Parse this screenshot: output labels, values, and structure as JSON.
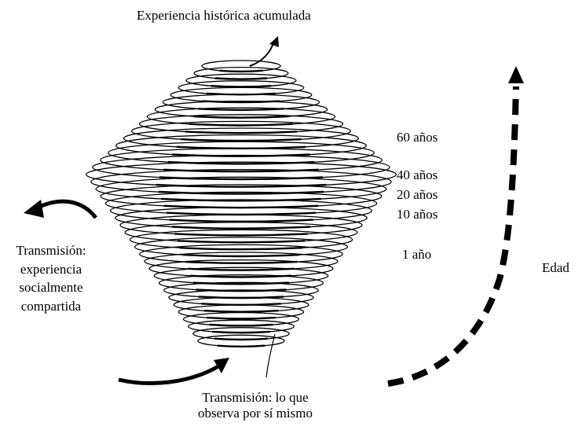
{
  "title": "Experiencia histórica acumulada",
  "age_labels": [
    "60 años",
    "40 años",
    "20 años",
    "10 años",
    "1 año"
  ],
  "axis_label": "Edad",
  "left_caption": [
    "Transmisión:",
    "experiencia",
    "socialmente",
    "compartida"
  ],
  "bottom_caption": [
    "Transmisión: lo que",
    "observa por sí mismo"
  ],
  "colors": {
    "ink": "#000000",
    "background": "#ffffff"
  },
  "icons": [
    "curved-arrow-icon",
    "dashed-curved-arrow-icon"
  ]
}
